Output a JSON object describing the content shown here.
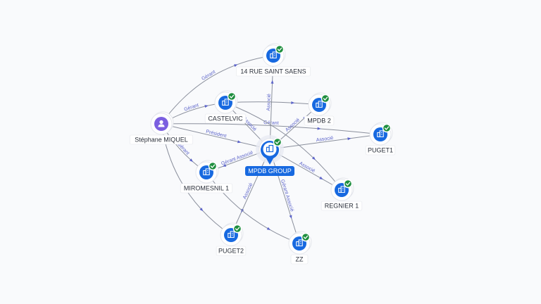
{
  "nodes": [
    {
      "id": "mpdb_group",
      "label": "MPDB GROUP",
      "type": "company",
      "central": true,
      "verified": true
    },
    {
      "id": "stephane",
      "label": "Stéphane MIQUEL",
      "type": "person",
      "verified": false
    },
    {
      "id": "rue14",
      "label": "14 RUE SAINT SAENS",
      "type": "company",
      "verified": true
    },
    {
      "id": "castelvic",
      "label": "CASTELVIC",
      "type": "company",
      "verified": true
    },
    {
      "id": "mpdb2",
      "label": "MPDB 2",
      "type": "company",
      "verified": true
    },
    {
      "id": "puget1",
      "label": "PUGET1",
      "type": "company",
      "verified": true
    },
    {
      "id": "miromesnil",
      "label": "MIROMESNIL 1",
      "type": "company",
      "verified": true
    },
    {
      "id": "regnier",
      "label": "REGNIER 1",
      "type": "company",
      "verified": true
    },
    {
      "id": "puget2",
      "label": "PUGET2",
      "type": "company",
      "verified": true
    },
    {
      "id": "zz",
      "label": "ZZ",
      "type": "company",
      "verified": true
    }
  ],
  "edges": [
    {
      "from": "stephane",
      "to": "rue14",
      "label": "Gérant"
    },
    {
      "from": "stephane",
      "to": "castelvic",
      "label": "Gérant"
    },
    {
      "from": "stephane",
      "to": "mpdb_group",
      "label": "Président"
    },
    {
      "from": "stephane",
      "to": "puget1",
      "label": "Gérant"
    },
    {
      "from": "stephane",
      "to": "miromesnil",
      "label": "Gérant"
    },
    {
      "from": "stephane",
      "to": "puget2",
      "label": ""
    },
    {
      "from": "mpdb_group",
      "to": "rue14",
      "label": "Associé"
    },
    {
      "from": "mpdb_group",
      "to": "castelvic",
      "label": "Associé"
    },
    {
      "from": "mpdb_group",
      "to": "mpdb2",
      "label": "Associé"
    },
    {
      "from": "mpdb_group",
      "to": "puget1",
      "label": "Associé"
    },
    {
      "from": "mpdb_group",
      "to": "miromesnil",
      "label": "Gérant Associé"
    },
    {
      "from": "mpdb_group",
      "to": "regnier",
      "label": "Associé"
    },
    {
      "from": "mpdb_group",
      "to": "puget2",
      "label": "Associé"
    },
    {
      "from": "mpdb_group",
      "to": "zz",
      "label": "Gérant Associé"
    },
    {
      "from": "castelvic",
      "to": "mpdb2",
      "label": ""
    },
    {
      "from": "castelvic",
      "to": "regnier",
      "label": ""
    },
    {
      "from": "miromesnil",
      "to": "zz",
      "label": ""
    }
  ],
  "colors": {
    "company": "#1769e0",
    "person": "#7b5fe0",
    "verified": "#1e8e3e",
    "edge_label": "#5b63c9"
  }
}
